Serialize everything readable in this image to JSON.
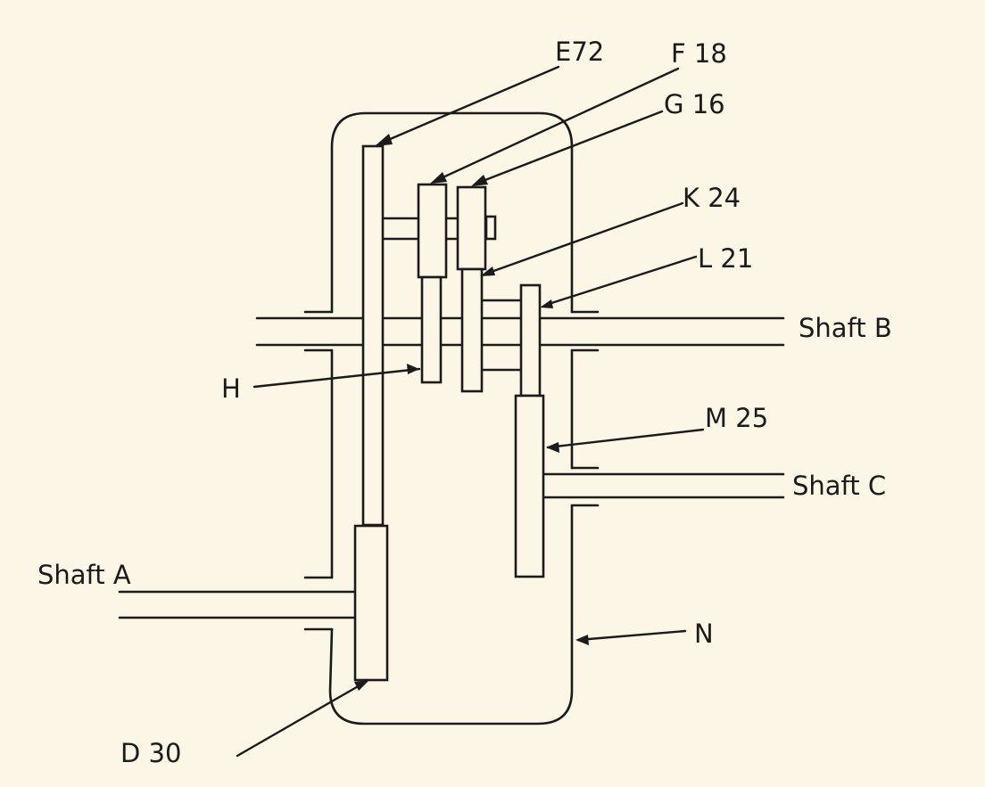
{
  "labels": {
    "e72": "E72",
    "f18": "F 18",
    "g16": "G 16",
    "k24": "K 24",
    "l21": "L 21",
    "shaft_b": "Shaft B",
    "h": "H",
    "m25": "M 25",
    "shaft_c": "Shaft C",
    "shaft_a": "Shaft A",
    "n": "N",
    "d30": "D 30"
  }
}
